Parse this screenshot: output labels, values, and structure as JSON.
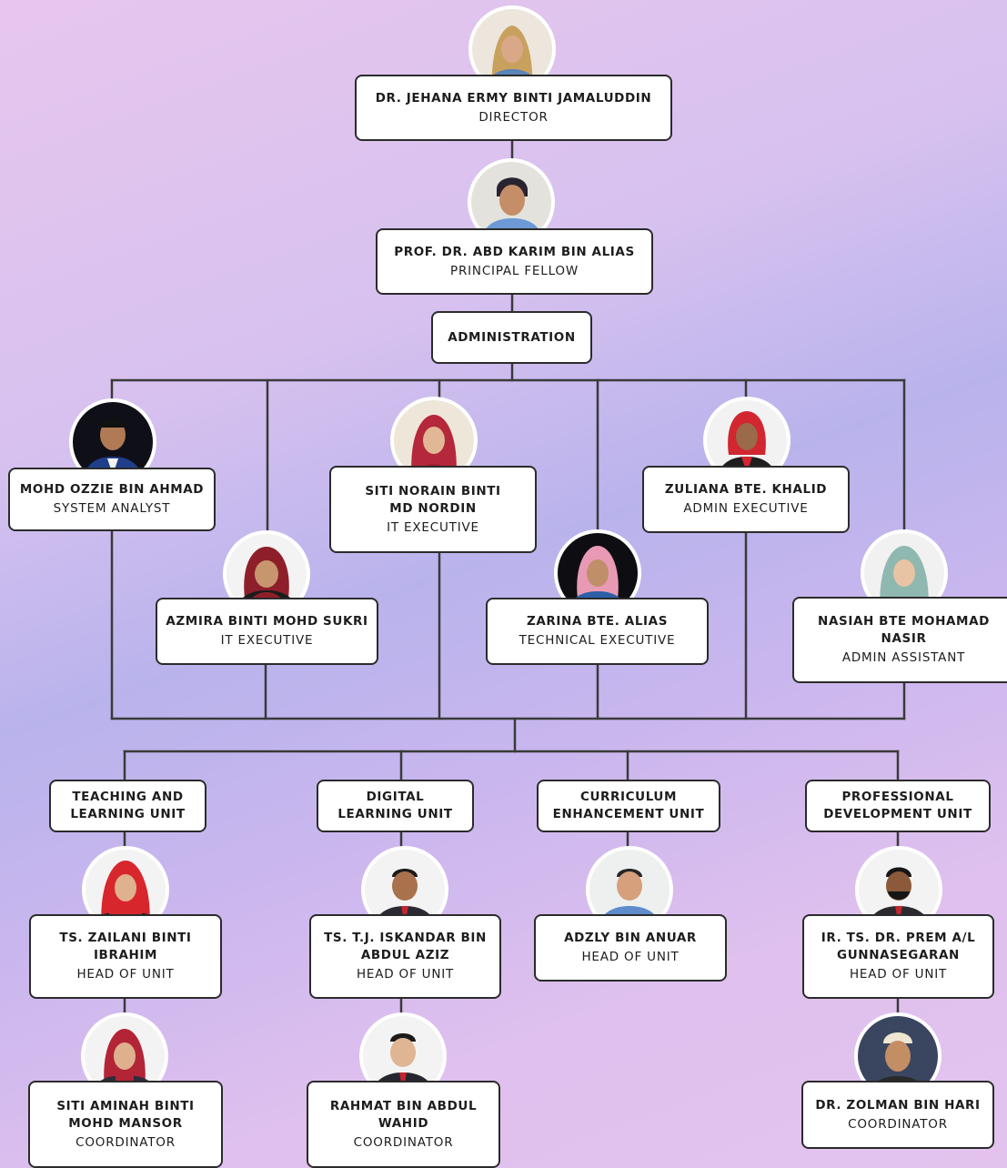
{
  "director": {
    "name": "DR. JEHANA ERMY BINTI JAMALUDDIN",
    "role": "DIRECTOR"
  },
  "fellow": {
    "name": "PROF. DR. ABD KARIM BIN ALIAS",
    "role": "PRINCIPAL FELLOW"
  },
  "administration": {
    "label": "ADMINISTRATION"
  },
  "admin": {
    "ozzie": {
      "name": "MOHD OZZIE BIN AHMAD",
      "role": "SYSTEM ANALYST"
    },
    "azmira": {
      "name": "AZMIRA BINTI MOHD SUKRI",
      "role": "IT EXECUTIVE"
    },
    "siti_norain": {
      "name1": "SITI NORAIN BINTI",
      "name2": "MD NORDIN",
      "role": "IT EXECUTIVE"
    },
    "zarina": {
      "name": "ZARINA BTE. ALIAS",
      "role": "TECHNICAL EXECUTIVE"
    },
    "zuliana": {
      "name": "ZULIANA BTE. KHALID",
      "role": "ADMIN EXECUTIVE"
    },
    "nasiah": {
      "name1": "NASIAH BTE MOHAMAD",
      "name2": "NASIR",
      "role": "ADMIN ASSISTANT"
    }
  },
  "units": {
    "teaching": {
      "label1": "TEACHING AND",
      "label2": "LEARNING UNIT",
      "head": {
        "name1": "TS. ZAILANI BINTI",
        "name2": "IBRAHIM",
        "role": "HEAD OF UNIT"
      },
      "coord": {
        "name1": "SITI AMINAH BINTI",
        "name2": "MOHD MANSOR",
        "role": "COORDINATOR"
      }
    },
    "digital": {
      "label1": "DIGITAL",
      "label2": "LEARNING UNIT",
      "head": {
        "name1": "TS. T.J. ISKANDAR BIN",
        "name2": "ABDUL AZIZ",
        "role": "HEAD OF UNIT"
      },
      "coord": {
        "name1": "RAHMAT BIN ABDUL",
        "name2": "WAHID",
        "role": "COORDINATOR"
      }
    },
    "curriculum": {
      "label1": "CURRICULUM",
      "label2": "ENHANCEMENT UNIT",
      "head": {
        "name": "ADZLY BIN ANUAR",
        "role": "HEAD OF UNIT"
      }
    },
    "professional": {
      "label1": "PROFESSIONAL",
      "label2": "DEVELOPMENT UNIT",
      "head": {
        "name1": "IR. TS. DR. PREM A/L",
        "name2": "GUNNASEGARAN",
        "role": "HEAD OF UNIT"
      },
      "coord": {
        "name": "DR. ZOLMAN BIN HARI",
        "role": "COORDINATOR"
      }
    }
  },
  "colors": {
    "line": "#3a3a3a",
    "box_border": "#2b2b2b",
    "box_fill": "#ffffff",
    "text": "#1d1d1d"
  },
  "icons": [
    "person-photo"
  ]
}
